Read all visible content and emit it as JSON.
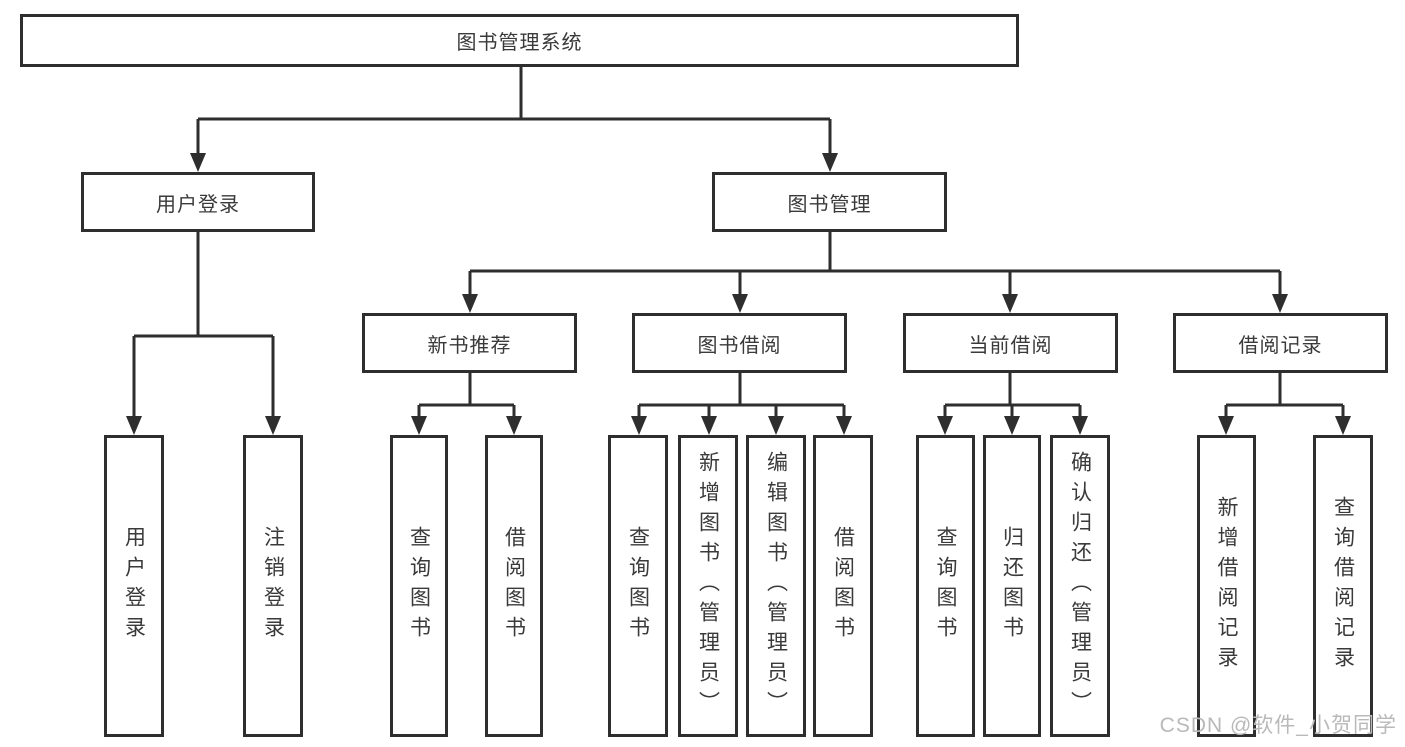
{
  "diagram": {
    "type": "tree",
    "line_color": "#2e2e2e",
    "text_color": "#3a3a3a",
    "root": {
      "label": "图书管理系统",
      "children": [
        {
          "label": "用户登录",
          "children": [
            {
              "label": "用户登录"
            },
            {
              "label": "注销登录"
            }
          ]
        },
        {
          "label": "图书管理",
          "children": [
            {
              "label": "新书推荐",
              "children": [
                {
                  "label": "查询图书"
                },
                {
                  "label": "借阅图书"
                }
              ]
            },
            {
              "label": "图书借阅",
              "children": [
                {
                  "label": "查询图书"
                },
                {
                  "label": "新增图书（管理员）"
                },
                {
                  "label": "编辑图书（管理员）"
                },
                {
                  "label": "借阅图书"
                }
              ]
            },
            {
              "label": "当前借阅",
              "children": [
                {
                  "label": "查询图书"
                },
                {
                  "label": "归还图书"
                },
                {
                  "label": "确认归还（管理员）"
                }
              ]
            },
            {
              "label": "借阅记录",
              "children": [
                {
                  "label": "新增借阅记录"
                },
                {
                  "label": "查询借阅记录"
                }
              ]
            }
          ]
        }
      ]
    }
  },
  "watermark": {
    "text": "CSDN @软件_小贺同学",
    "color": "#b9b9b9"
  }
}
